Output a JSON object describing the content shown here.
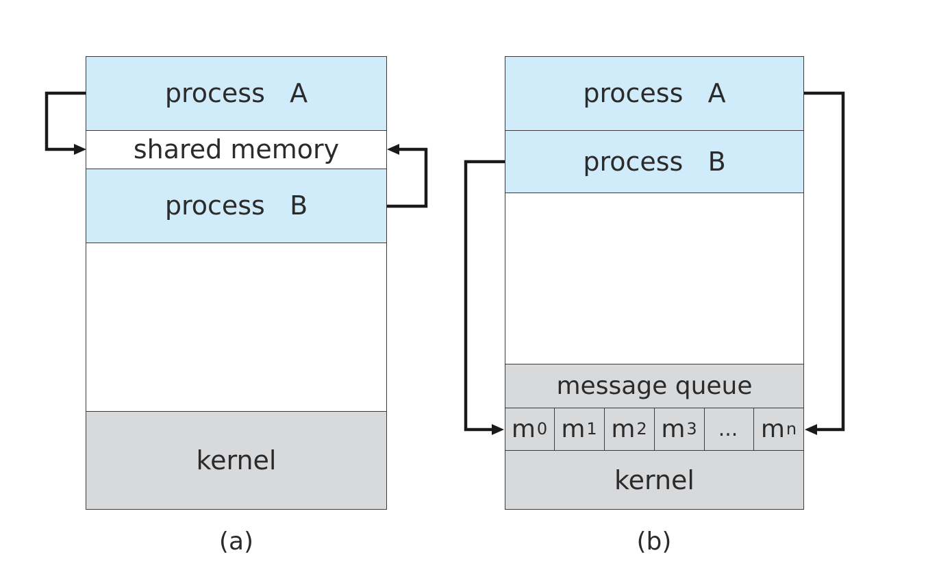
{
  "panel_a": {
    "process_a": "process   A",
    "shared_memory": "shared memory",
    "process_b": "process   B",
    "kernel": "kernel",
    "caption": "(a)"
  },
  "panel_b": {
    "process_a": "process   A",
    "process_b": "process   B",
    "message_queue": "message queue",
    "cells": [
      {
        "base": "m",
        "sub": "0"
      },
      {
        "base": "m",
        "sub": "1"
      },
      {
        "base": "m",
        "sub": "2"
      },
      {
        "base": "m",
        "sub": "3"
      },
      {
        "base": "...",
        "sub": ""
      },
      {
        "base": "m",
        "sub": "n"
      }
    ],
    "kernel": "kernel",
    "caption": "(b)"
  },
  "colors": {
    "process_fill": "#d0ebfa",
    "kernel_fill": "#d8d9db",
    "stroke": "#3a3a3a",
    "arrow": "#1a1a1a"
  }
}
